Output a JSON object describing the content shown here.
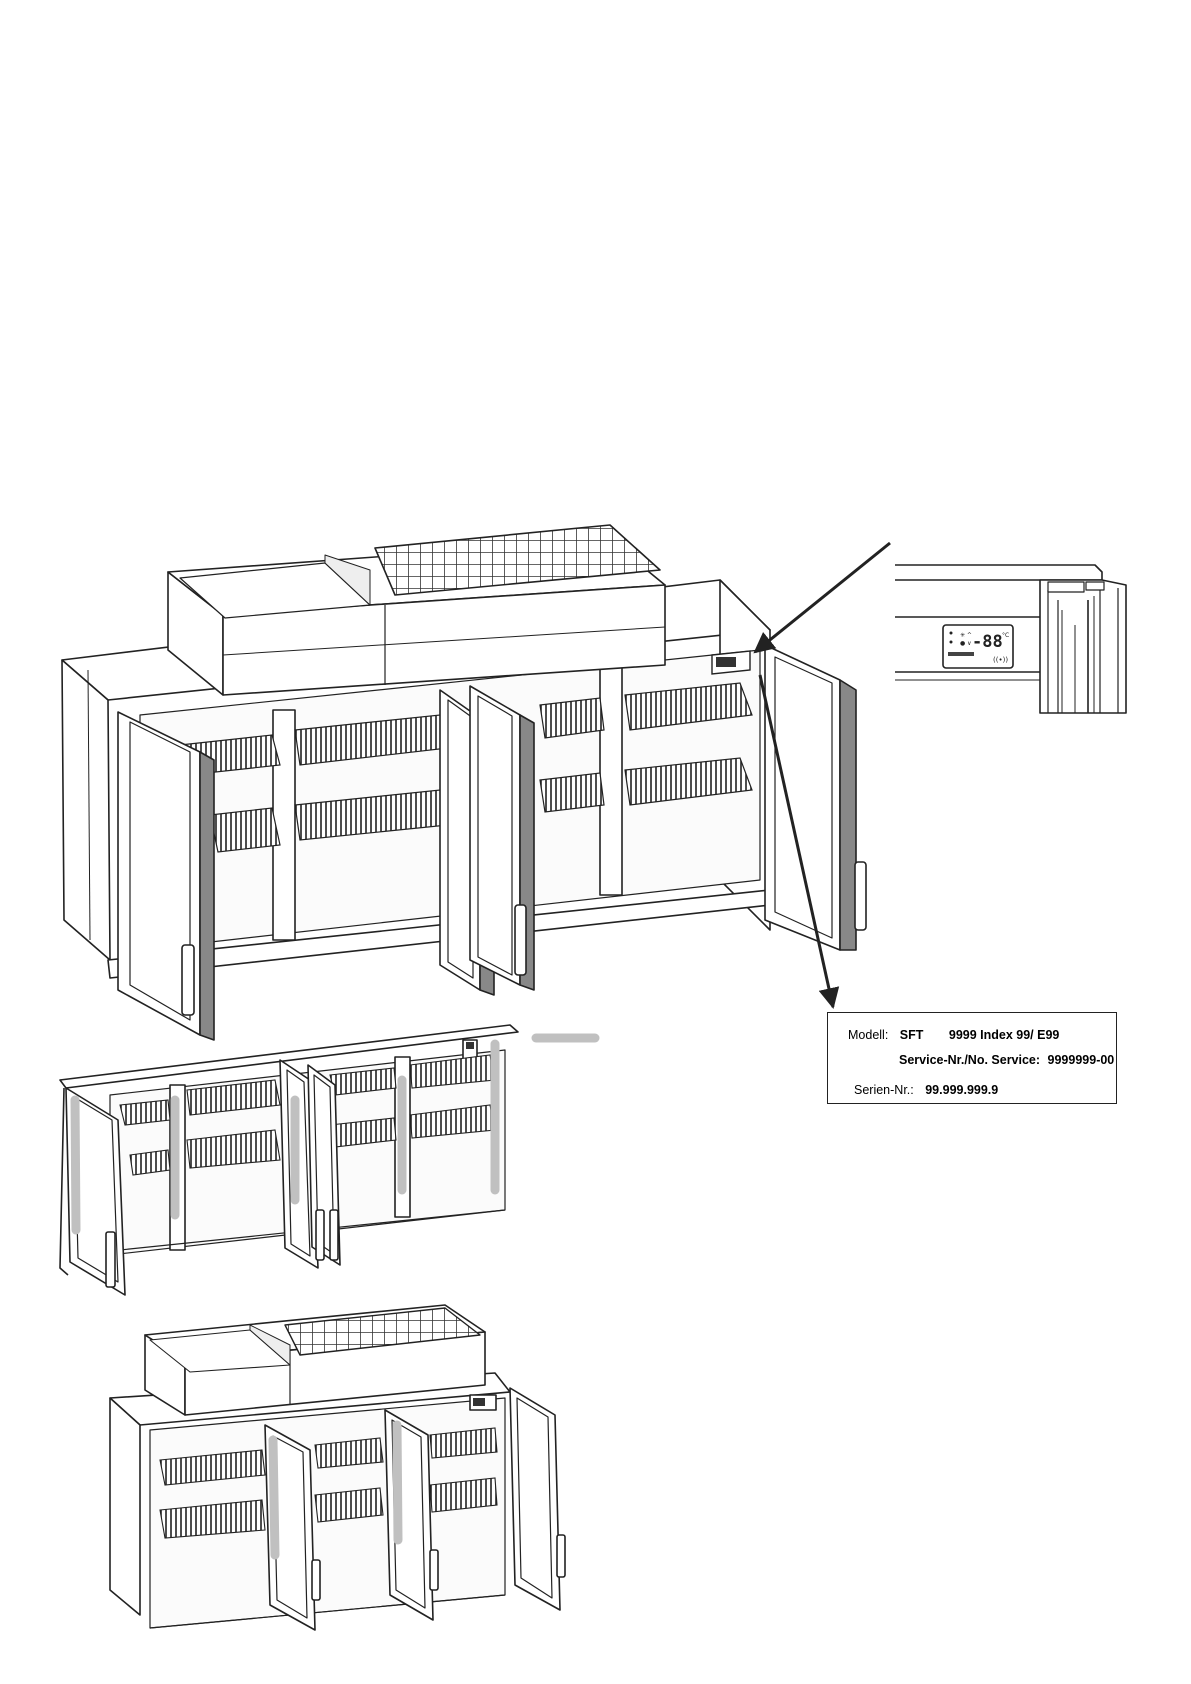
{
  "rating_plate": {
    "model_label": "Modell:",
    "model_value": "SFT",
    "model_number": "9999 Index 99/ E99",
    "service_label": "Service-Nr./No. Service:",
    "service_value": "9999999-00",
    "serial_label": "Serien-Nr.:",
    "serial_value": "99.999.999.9"
  },
  "controller_display": {
    "readout": "-88",
    "unit": "°C"
  },
  "colors": {
    "line": "#222222",
    "highlight": "#c0c0c0"
  }
}
